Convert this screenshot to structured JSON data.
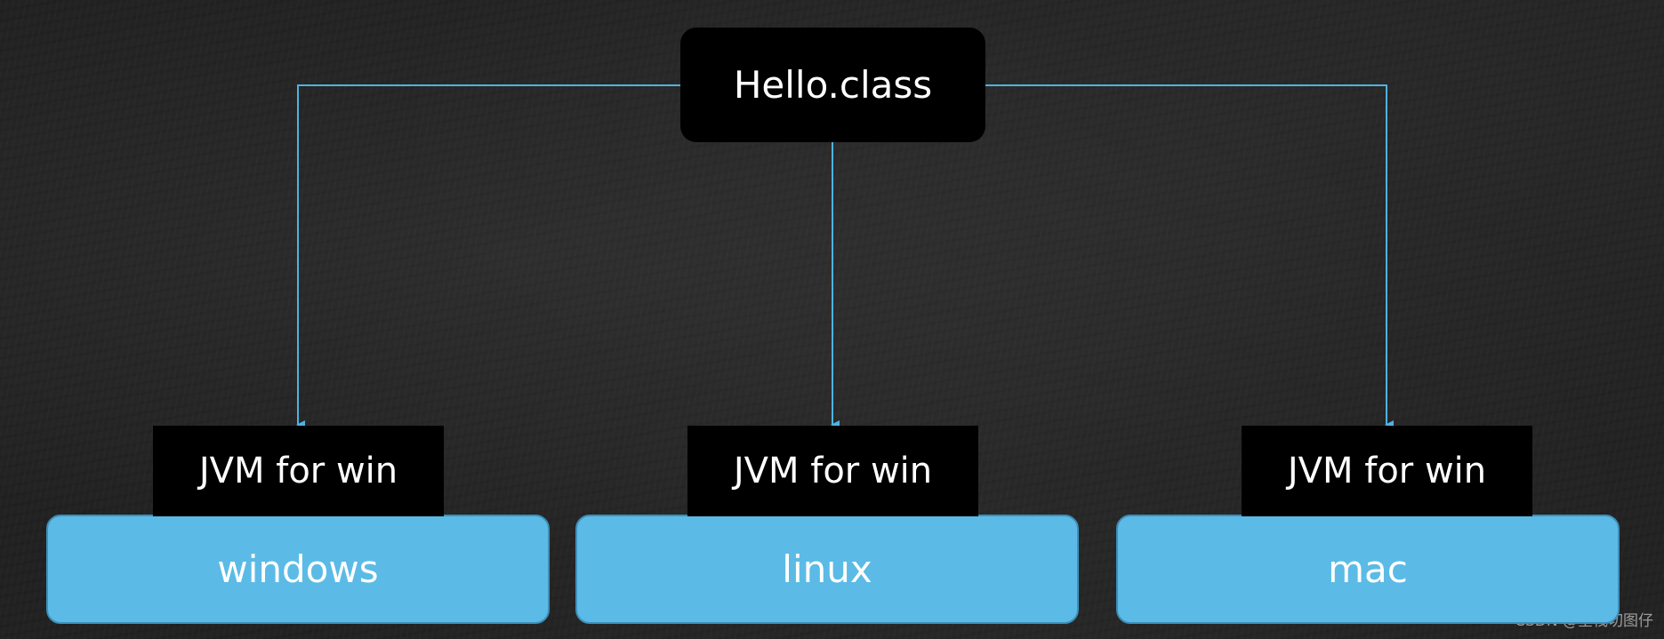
{
  "root": {
    "label": "Hello.class"
  },
  "targets": [
    {
      "jvm_label": "JVM for win",
      "os_label": "windows"
    },
    {
      "jvm_label": "JVM for win",
      "os_label": "linux"
    },
    {
      "jvm_label": "JVM for win",
      "os_label": "mac"
    }
  ],
  "watermark": "CSDN @全栈切图仔",
  "colors": {
    "background": "#222222",
    "box_dark": "#000000",
    "os_box": "#5bbbe6",
    "connector": "#4fb3e0",
    "text": "#ffffff"
  }
}
